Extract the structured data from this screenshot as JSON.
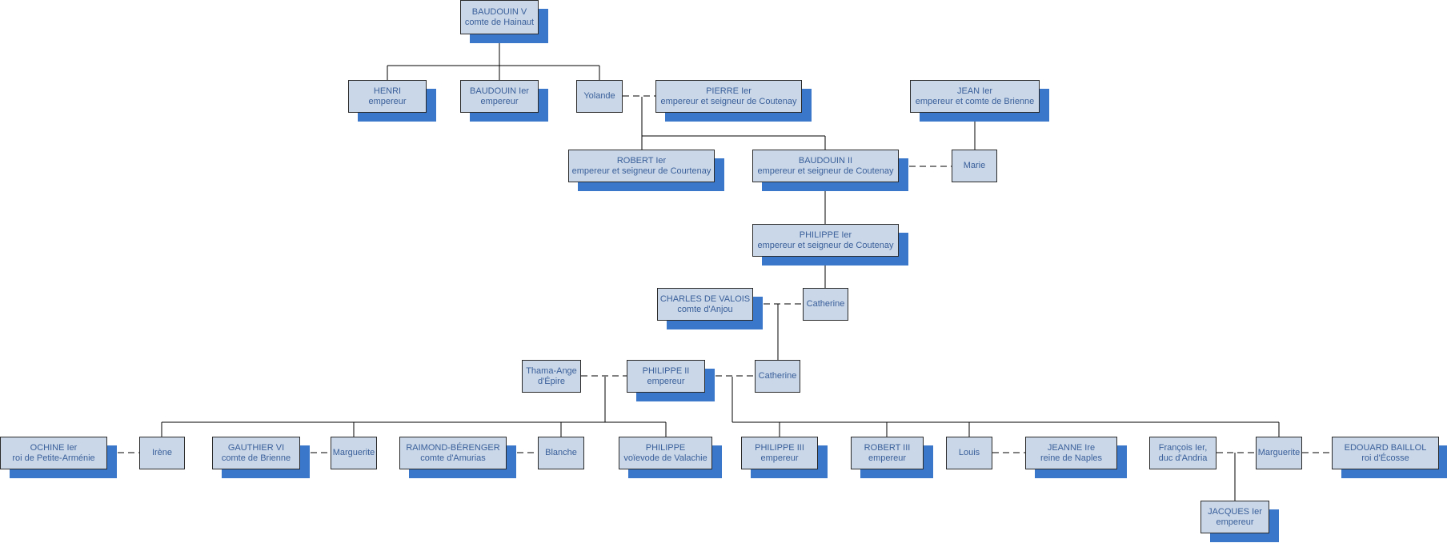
{
  "colors": {
    "box_fill": "#c9d7e8",
    "box_border": "#2a2a2a",
    "shadow": "#3a76c9",
    "text": "#3a5f9a",
    "line": "#000000"
  },
  "nodes": [
    {
      "id": "baudouin-v",
      "l1": "BAUDOUIN V",
      "l2": "comte de Hainaut",
      "shadow": true
    },
    {
      "id": "henri",
      "l1": "HENRI",
      "l2": "empereur",
      "shadow": true
    },
    {
      "id": "baudouin-ier",
      "l1": "BAUDOUIN Ier",
      "l2": "empereur",
      "shadow": true
    },
    {
      "id": "yolande",
      "l1": "Yolande",
      "l2": "",
      "shadow": false
    },
    {
      "id": "pierre-ier",
      "l1": "PIERRE Ier",
      "l2": "empereur et seigneur de Coutenay",
      "shadow": true
    },
    {
      "id": "jean-ier",
      "l1": "JEAN Ier",
      "l2": "empereur et comte de Brienne",
      "shadow": true
    },
    {
      "id": "robert-ier",
      "l1": "ROBERT Ier",
      "l2": "empereur et seigneur de Courtenay",
      "shadow": true
    },
    {
      "id": "baudouin-ii",
      "l1": "BAUDOUIN II",
      "l2": "empereur et seigneur de Coutenay",
      "shadow": true
    },
    {
      "id": "marie",
      "l1": "Marie",
      "l2": "",
      "shadow": false
    },
    {
      "id": "philippe-ier",
      "l1": "PHILIPPE Ier",
      "l2": "empereur et seigneur de Coutenay",
      "shadow": true
    },
    {
      "id": "charles-de-valois",
      "l1": "CHARLES DE VALOIS",
      "l2": "comte d'Anjou",
      "shadow": true
    },
    {
      "id": "catherine-1",
      "l1": "Catherine",
      "l2": "",
      "shadow": false
    },
    {
      "id": "thama-ange",
      "l1": "Thama-Ange",
      "l2": "d'Épire",
      "shadow": false
    },
    {
      "id": "philippe-ii",
      "l1": "PHILIPPE II",
      "l2": "empereur",
      "shadow": true
    },
    {
      "id": "catherine-2",
      "l1": "Catherine",
      "l2": "",
      "shadow": false
    },
    {
      "id": "ochine-ier",
      "l1": "OCHINE Ier",
      "l2": "roi de Petite-Arménie",
      "shadow": true
    },
    {
      "id": "irene",
      "l1": "Irène",
      "l2": "",
      "shadow": false
    },
    {
      "id": "gauthier-vi",
      "l1": "GAUTHIER VI",
      "l2": "comte de Brienne",
      "shadow": true
    },
    {
      "id": "marguerite-1",
      "l1": "Marguerite",
      "l2": "",
      "shadow": false
    },
    {
      "id": "raimond-berenger",
      "l1": "RAIMOND-BÉRENGER",
      "l2": "comte d'Amurias",
      "shadow": true
    },
    {
      "id": "blanche",
      "l1": "Blanche",
      "l2": "",
      "shadow": false
    },
    {
      "id": "philippe-voievode",
      "l1": "PHILIPPE",
      "l2": "voïevode de Valachie",
      "shadow": true
    },
    {
      "id": "philippe-iii",
      "l1": "PHILIPPE III",
      "l2": "empereur",
      "shadow": true
    },
    {
      "id": "robert-iii",
      "l1": "ROBERT III",
      "l2": "empereur",
      "shadow": true
    },
    {
      "id": "louis",
      "l1": "Louis",
      "l2": "",
      "shadow": false
    },
    {
      "id": "jeanne-ire",
      "l1": "JEANNE Ire",
      "l2": "reine de Naples",
      "shadow": true
    },
    {
      "id": "francois-ier",
      "l1": "François Ier,",
      "l2": "duc d'Andria",
      "shadow": false
    },
    {
      "id": "marguerite-2",
      "l1": "Marguerite",
      "l2": "",
      "shadow": false
    },
    {
      "id": "edouard-baillol",
      "l1": "EDOUARD BAILLOL",
      "l2": "roi d'Écosse",
      "shadow": true
    },
    {
      "id": "jacques-ier",
      "l1": "JACQUES Ier",
      "l2": "empereur",
      "shadow": true
    }
  ]
}
